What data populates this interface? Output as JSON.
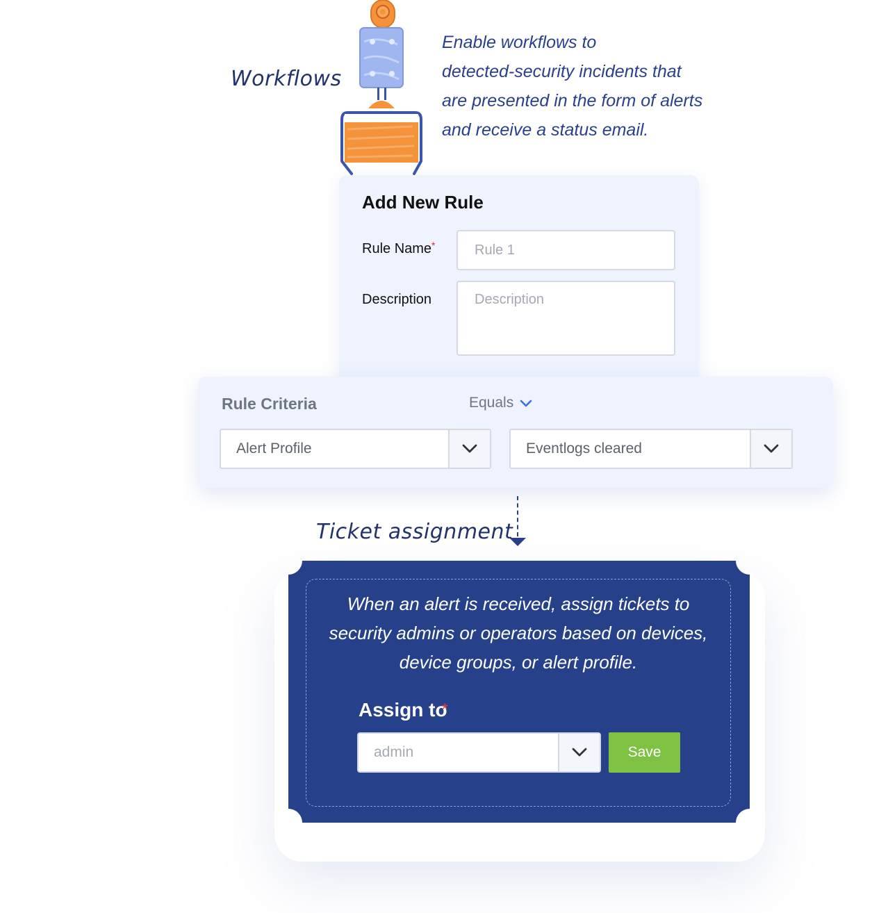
{
  "header": {
    "title": "Workflows",
    "intro_lines": [
      "Enable workflows to",
      "detected-security incidents that",
      "are presented in the form of alerts",
      "and receive a status email."
    ]
  },
  "add_rule": {
    "title": "Add New Rule",
    "rule_name_label": "Rule Name",
    "required_mark": "*",
    "rule_name_placeholder": "Rule 1",
    "description_label": "Description",
    "description_placeholder": "Description"
  },
  "criteria": {
    "title": "Rule Criteria",
    "operator": "Equals",
    "field_value": "Alert Profile",
    "match_value": "Eventlogs cleared"
  },
  "ticket": {
    "title": "Ticket assignment",
    "description_lines": [
      "When an alert is received, assign tickets to",
      "security admins or operators based on devices,",
      "device groups, or alert profile."
    ],
    "assign_label": "Assign to",
    "required_mark": "*",
    "assign_value": "admin",
    "save_label": "Save"
  },
  "colors": {
    "navy": "#26418a",
    "accent_text": "#2b3f8f",
    "save_green": "#7dc243",
    "card_bg": "#eef3fe",
    "required_red": "#e02424",
    "orange": "#f4933a"
  },
  "icons": [
    "robot-arm-illustration",
    "chevron-down-icon"
  ]
}
